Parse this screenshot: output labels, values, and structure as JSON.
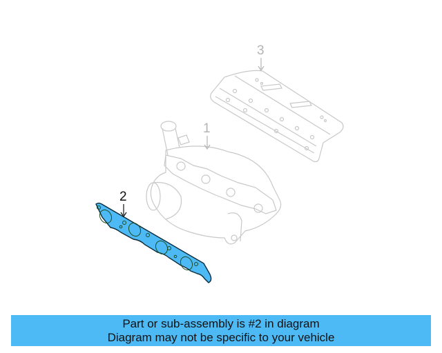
{
  "diagram": {
    "callouts": [
      {
        "number": "1",
        "part": "exhaust-manifold-turbo",
        "highlighted": false
      },
      {
        "number": "2",
        "part": "exhaust-manifold-gasket",
        "highlighted": true
      },
      {
        "number": "3",
        "part": "heat-shield",
        "highlighted": false
      }
    ],
    "colors": {
      "highlight_fill": "#4dbaf5",
      "highlight_stroke": "#0a2a3a",
      "faded_stroke": "#c8c8c8",
      "callout_active": "#111111",
      "callout_faded": "#b4b4b4"
    }
  },
  "banner": {
    "line1": "Part or sub-assembly is #2 in diagram",
    "line2": "Diagram may not be specific to your vehicle",
    "background": "#4dbaf5"
  }
}
